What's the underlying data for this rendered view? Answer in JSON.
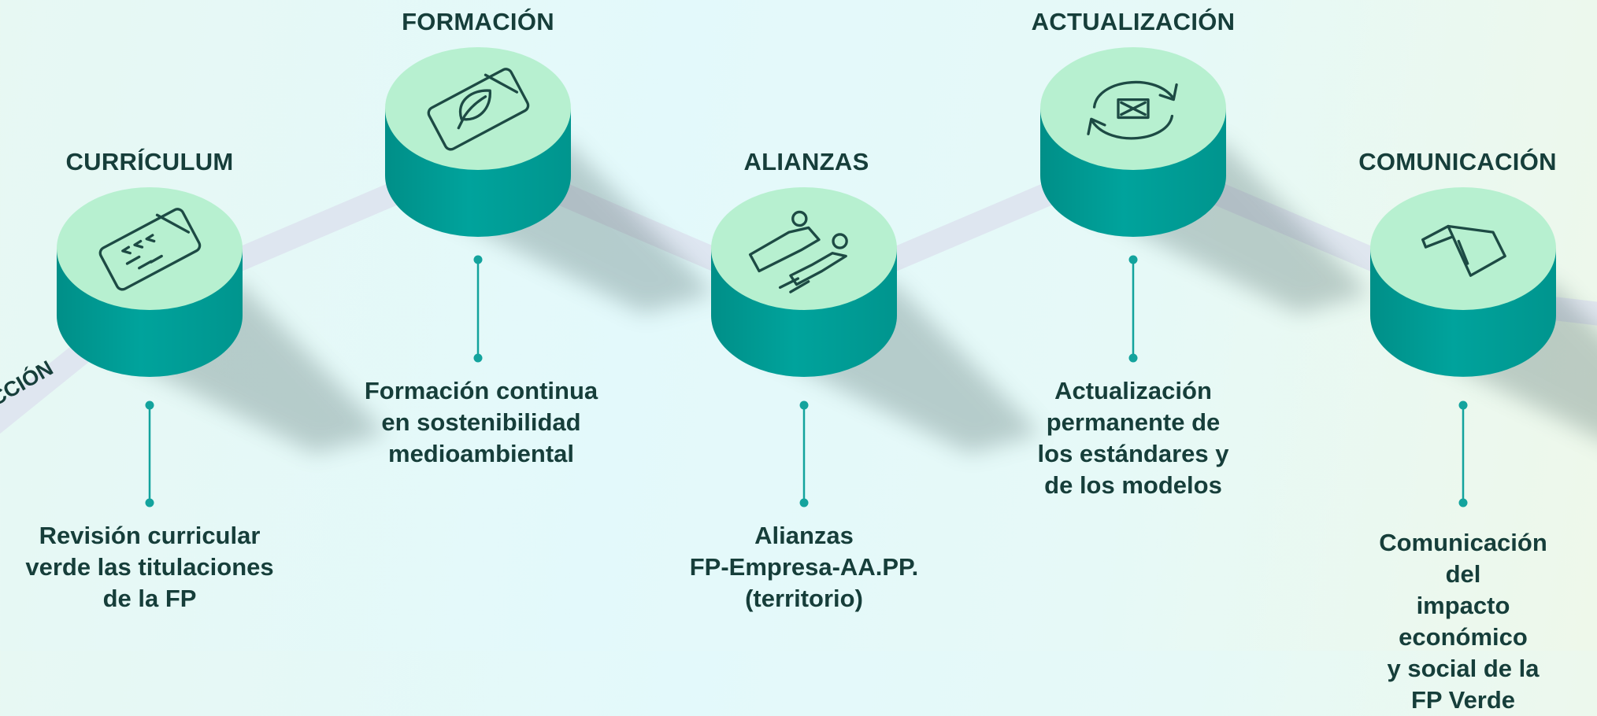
{
  "edge_label": "CCIÓN",
  "colors": {
    "disc_top": "#b7f0d0",
    "disc_side": "#00a19a",
    "disc_side_dark": "#008c86",
    "icon": "#1d4a44",
    "connector": "#13a39d",
    "text": "#163e3a"
  },
  "steps": [
    {
      "title": "CURRÍCULUM",
      "icon": "curriculum-document-icon",
      "description": [
        "Revisión curricular",
        "verde las titulaciones",
        "de la FP"
      ]
    },
    {
      "title": "FORMACIÓN",
      "icon": "leaf-book-icon",
      "description": [
        "Formación continua",
        "en sostenibilidad",
        "medioambiental"
      ]
    },
    {
      "title": "ALIANZAS",
      "icon": "people-handshake-icon",
      "description": [
        "Alianzas",
        "FP-Empresa-AA.PP.",
        "(territorio)"
      ]
    },
    {
      "title": "ACTUALIZACIÓN",
      "icon": "refresh-cycle-icon",
      "description": [
        "Actualización",
        "permanente de",
        "los estándares y",
        "de los modelos"
      ]
    },
    {
      "title": "COMUNICACIÓN",
      "icon": "megaphone-icon",
      "description": [
        "Comunicación del",
        "impacto económico",
        "y social de la",
        "FP Verde"
      ]
    }
  ]
}
